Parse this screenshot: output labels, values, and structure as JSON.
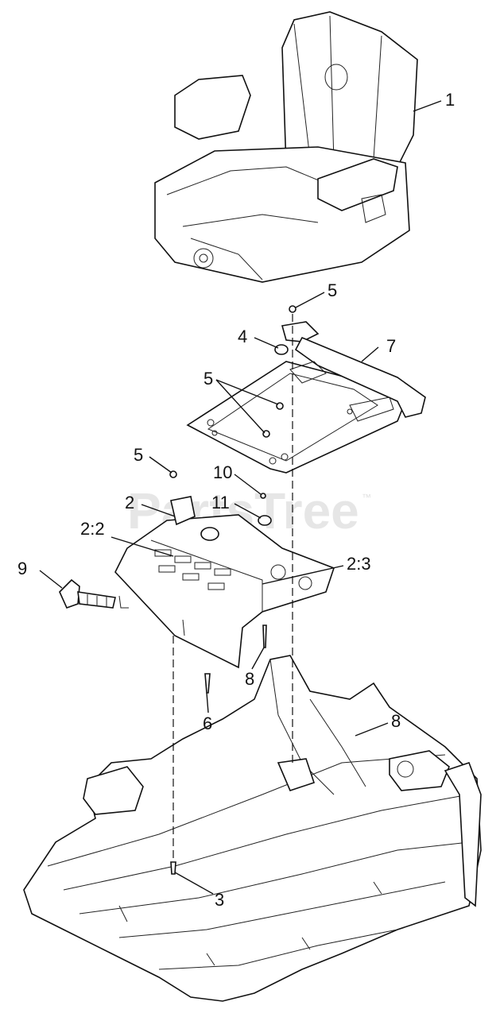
{
  "watermark": {
    "text": "PartsTree",
    "mark": "™"
  },
  "callouts": {
    "seat": "1",
    "panel": "2",
    "panel_decal": "2:2",
    "panel_insert": "2:3",
    "bolt_lower": "3",
    "plug": "4",
    "nut_top": "5",
    "nut_plate": "5",
    "nut_left": "5",
    "screw_lower": "6",
    "seat_plate": "7",
    "screw_panel": "8",
    "frame": "8",
    "switch": "9",
    "washer_small": "10",
    "washer_large": "11"
  },
  "icons": {
    "seat": "seat-icon",
    "seat_plate": "seat-plate-icon",
    "panel": "control-panel-icon",
    "switch": "ignition-switch-icon",
    "frame": "mower-frame-icon"
  }
}
